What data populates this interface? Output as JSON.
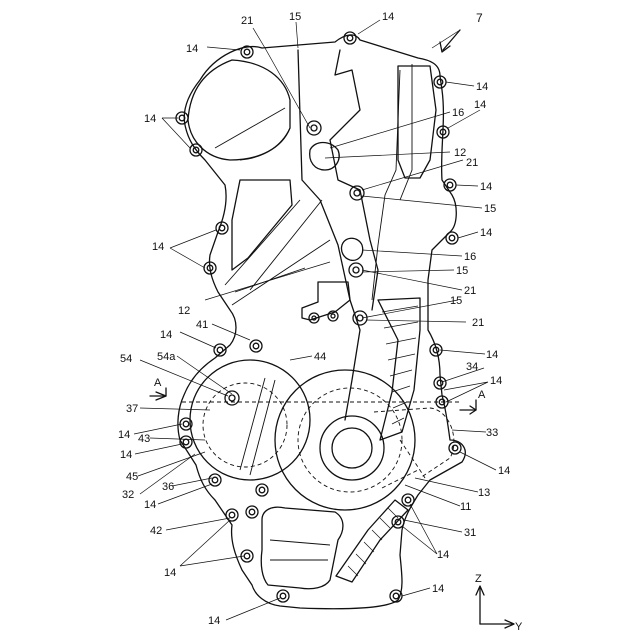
{
  "figure_ref": "7",
  "axes": {
    "z": "Z",
    "y": "Y"
  },
  "section_mark": "A",
  "labels": {
    "l14": "14",
    "l21": "21",
    "l15": "15",
    "l16": "16",
    "l12": "12",
    "l41": "41",
    "l44": "44",
    "l54": "54",
    "l54a": "54a",
    "l37": "37",
    "l43": "43",
    "l45": "45",
    "l32": "32",
    "l36": "36",
    "l42": "42",
    "l34": "34",
    "l33": "33",
    "l13": "13",
    "l11": "11",
    "l31": "31"
  }
}
